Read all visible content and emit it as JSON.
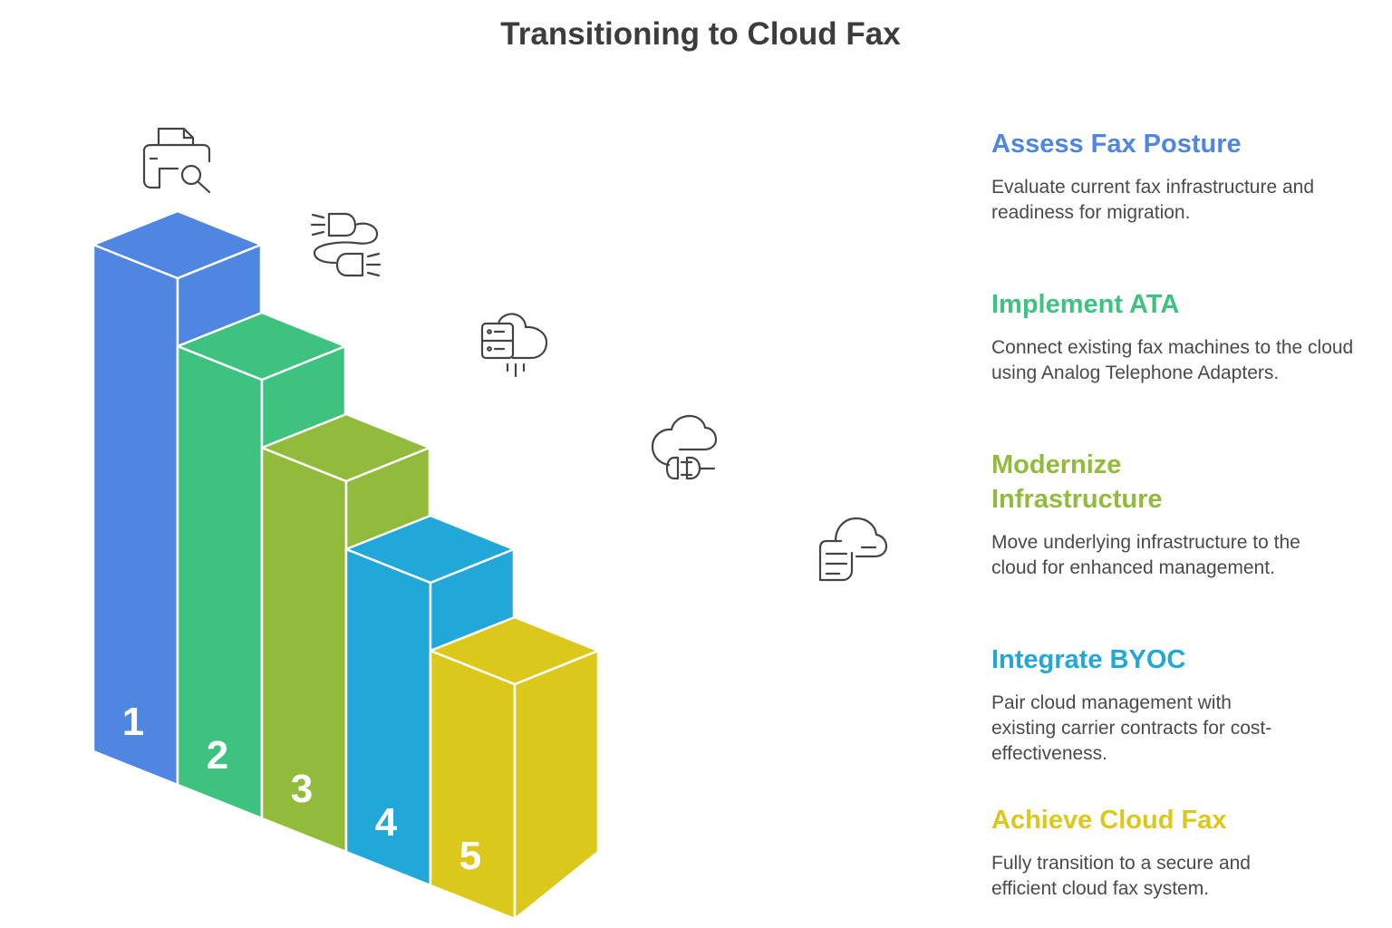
{
  "title": "Transitioning to Cloud Fax",
  "steps": [
    {
      "number": "1",
      "title": "Assess Fax Posture",
      "description": "Evaluate current fax infrastructure and readiness for migration.",
      "color": "#4f86e2",
      "icon": "printer-search-icon"
    },
    {
      "number": "2",
      "title": "Implement ATA",
      "description": "Connect existing fax machines to the cloud using Analog Telephone Adapters.",
      "color": "#3ec27f",
      "icon": "plug-connector-icon"
    },
    {
      "number": "3",
      "title": "Modernize Infrastructure",
      "description": "Move underlying infrastructure to the cloud for enhanced management.",
      "color": "#92bb3c",
      "icon": "server-cloud-icon"
    },
    {
      "number": "4",
      "title": "Integrate BYOC",
      "description": "Pair cloud management with existing carrier contracts for cost-effectiveness.",
      "color": "#22a8d8",
      "icon": "cloud-plug-icon"
    },
    {
      "number": "5",
      "title": "Achieve Cloud Fax",
      "description": "Fully transition to a secure and efficient cloud fax system.",
      "color": "#dcc81b",
      "icon": "document-cloud-icon"
    }
  ]
}
